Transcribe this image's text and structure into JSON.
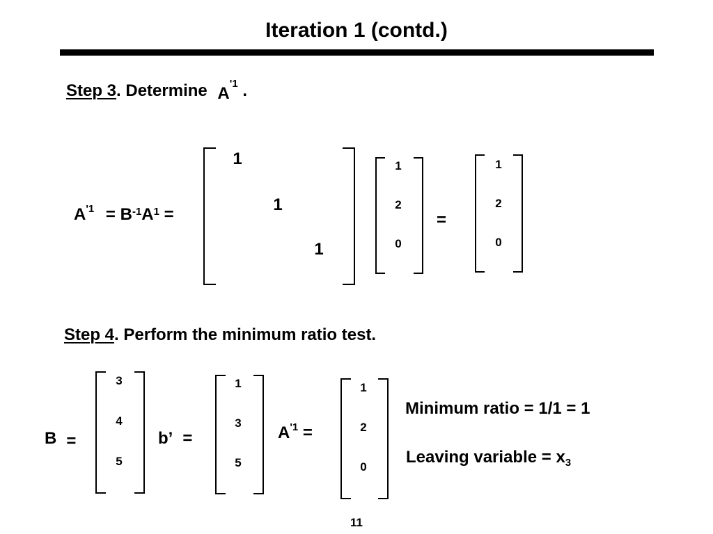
{
  "title": "Iteration 1 (contd.)",
  "step3": {
    "label": "Step 3",
    "text": ".  Determine ",
    "symbol": "A",
    "sup": "'1",
    "end": " ."
  },
  "equation1": {
    "lhs_symbol": "A",
    "lhs_sup": "'1",
    "mid": " = B",
    "mid_sup": "-1",
    "mid2": "A",
    "mid2_sup": "1",
    "eq": " =",
    "matrix_diagonal": [
      "1",
      "1",
      "1"
    ],
    "vector": [
      "1",
      "2",
      "0"
    ],
    "equals": "=",
    "result": [
      "1",
      "2",
      "0"
    ]
  },
  "step4": {
    "label": "Step 4",
    "text": ".  Perform the minimum ratio test."
  },
  "equation2": {
    "B_label": "B",
    "B_eq": "=",
    "B_vector": [
      "3",
      "4",
      "5"
    ],
    "b_label": "b’",
    "b_eq": "=",
    "b_vector": [
      "1",
      "3",
      "5"
    ],
    "A_symbol": "A",
    "A_sup": "'1",
    "A_eq": " =",
    "A_vector": [
      "1",
      "2",
      "0"
    ]
  },
  "results": {
    "min_ratio": "Minimum ratio = 1/1 = 1",
    "leaving": "Leaving variable = x",
    "leaving_sub": "3"
  },
  "page_number": "11"
}
